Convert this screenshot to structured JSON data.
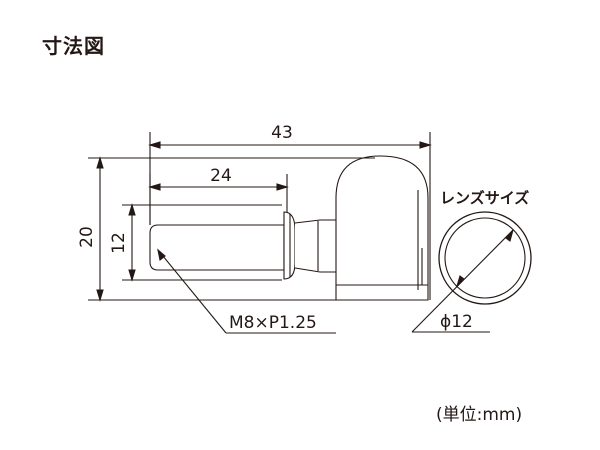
{
  "title": "寸法図",
  "unit_note": "(単位:mm)",
  "dimensions": {
    "overall_length": "43",
    "thread_length": "24",
    "height": "20",
    "thread_diameter": "12",
    "thread_spec": "M8×P1.25",
    "lens_diameter": "ϕ12"
  },
  "lens_label": "レンズサイズ",
  "colors": {
    "line": "#231815",
    "fill": "#f4f2f0"
  }
}
